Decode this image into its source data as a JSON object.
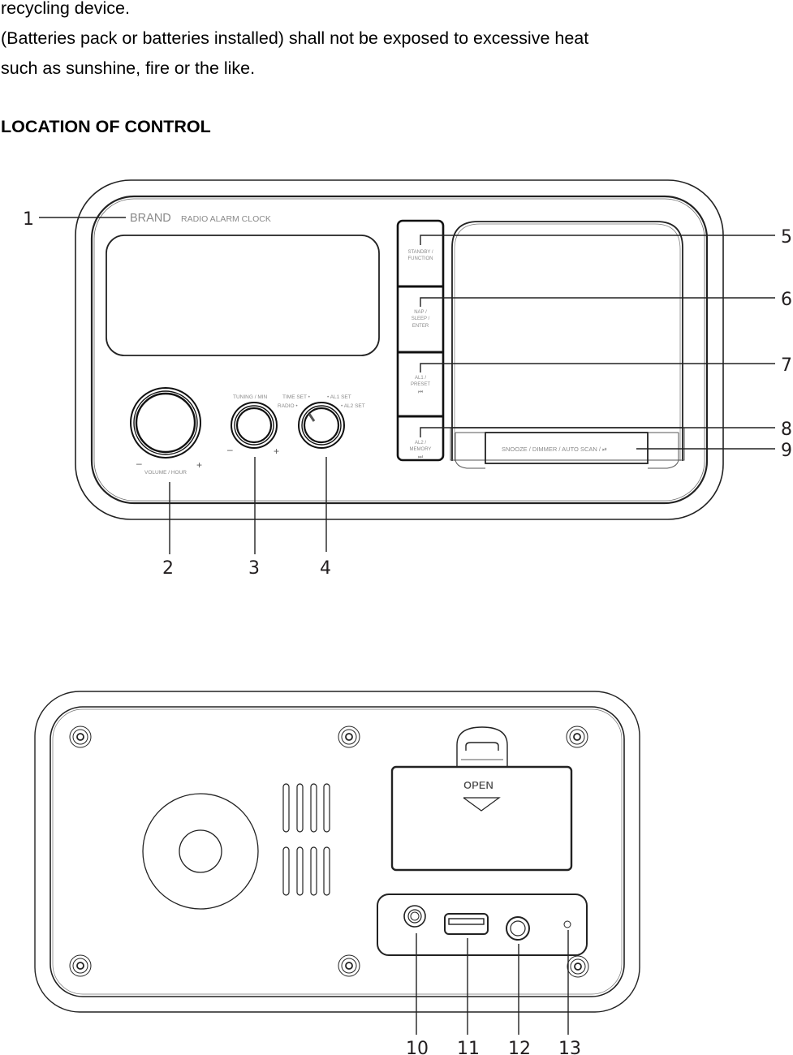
{
  "document": {
    "paragraph_lines": [
      "recycling device.",
      "(Batteries pack or batteries installed) shall not be exposed to excessive heat",
      "such as sunshine, fire or the like."
    ],
    "section_heading": "LOCATION OF CONTROL"
  },
  "front_panel": {
    "brand": "BRAND",
    "product_name": "RADIO ALARM CLOCK",
    "buttons": [
      {
        "id": 5,
        "lines": [
          "STANDBY /",
          "FUNCTION"
        ],
        "icon": ""
      },
      {
        "id": 6,
        "lines": [
          "NAP /",
          "SLEEP /",
          "ENTER"
        ],
        "icon": ""
      },
      {
        "id": 7,
        "lines": [
          "AL1 /",
          "PRESET"
        ],
        "icon": "⏮"
      },
      {
        "id": 8,
        "lines": [
          "AL2 /",
          "MEMORY"
        ],
        "icon": "⏭"
      }
    ],
    "volume_knob": {
      "label": "VOLUME / HOUR",
      "minus": "–",
      "plus": "+"
    },
    "tuning_knob": {
      "label": "TUNING / MIN",
      "minus": "–",
      "plus": "+"
    },
    "mode_knob": {
      "positions": [
        "TIME SET •",
        "• AL1 SET",
        "RADIO •",
        "• AL2 SET"
      ]
    },
    "snooze_bar": {
      "label": "SNOOZE / DIMMER / AUTO SCAN / ⏯"
    }
  },
  "rear_panel": {
    "battery_cover": {
      "label": "OPEN"
    }
  },
  "callouts": {
    "front": [
      "1",
      "2",
      "3",
      "4",
      "5",
      "6",
      "7",
      "8",
      "9"
    ],
    "rear": [
      "10",
      "11",
      "12",
      "13"
    ]
  }
}
